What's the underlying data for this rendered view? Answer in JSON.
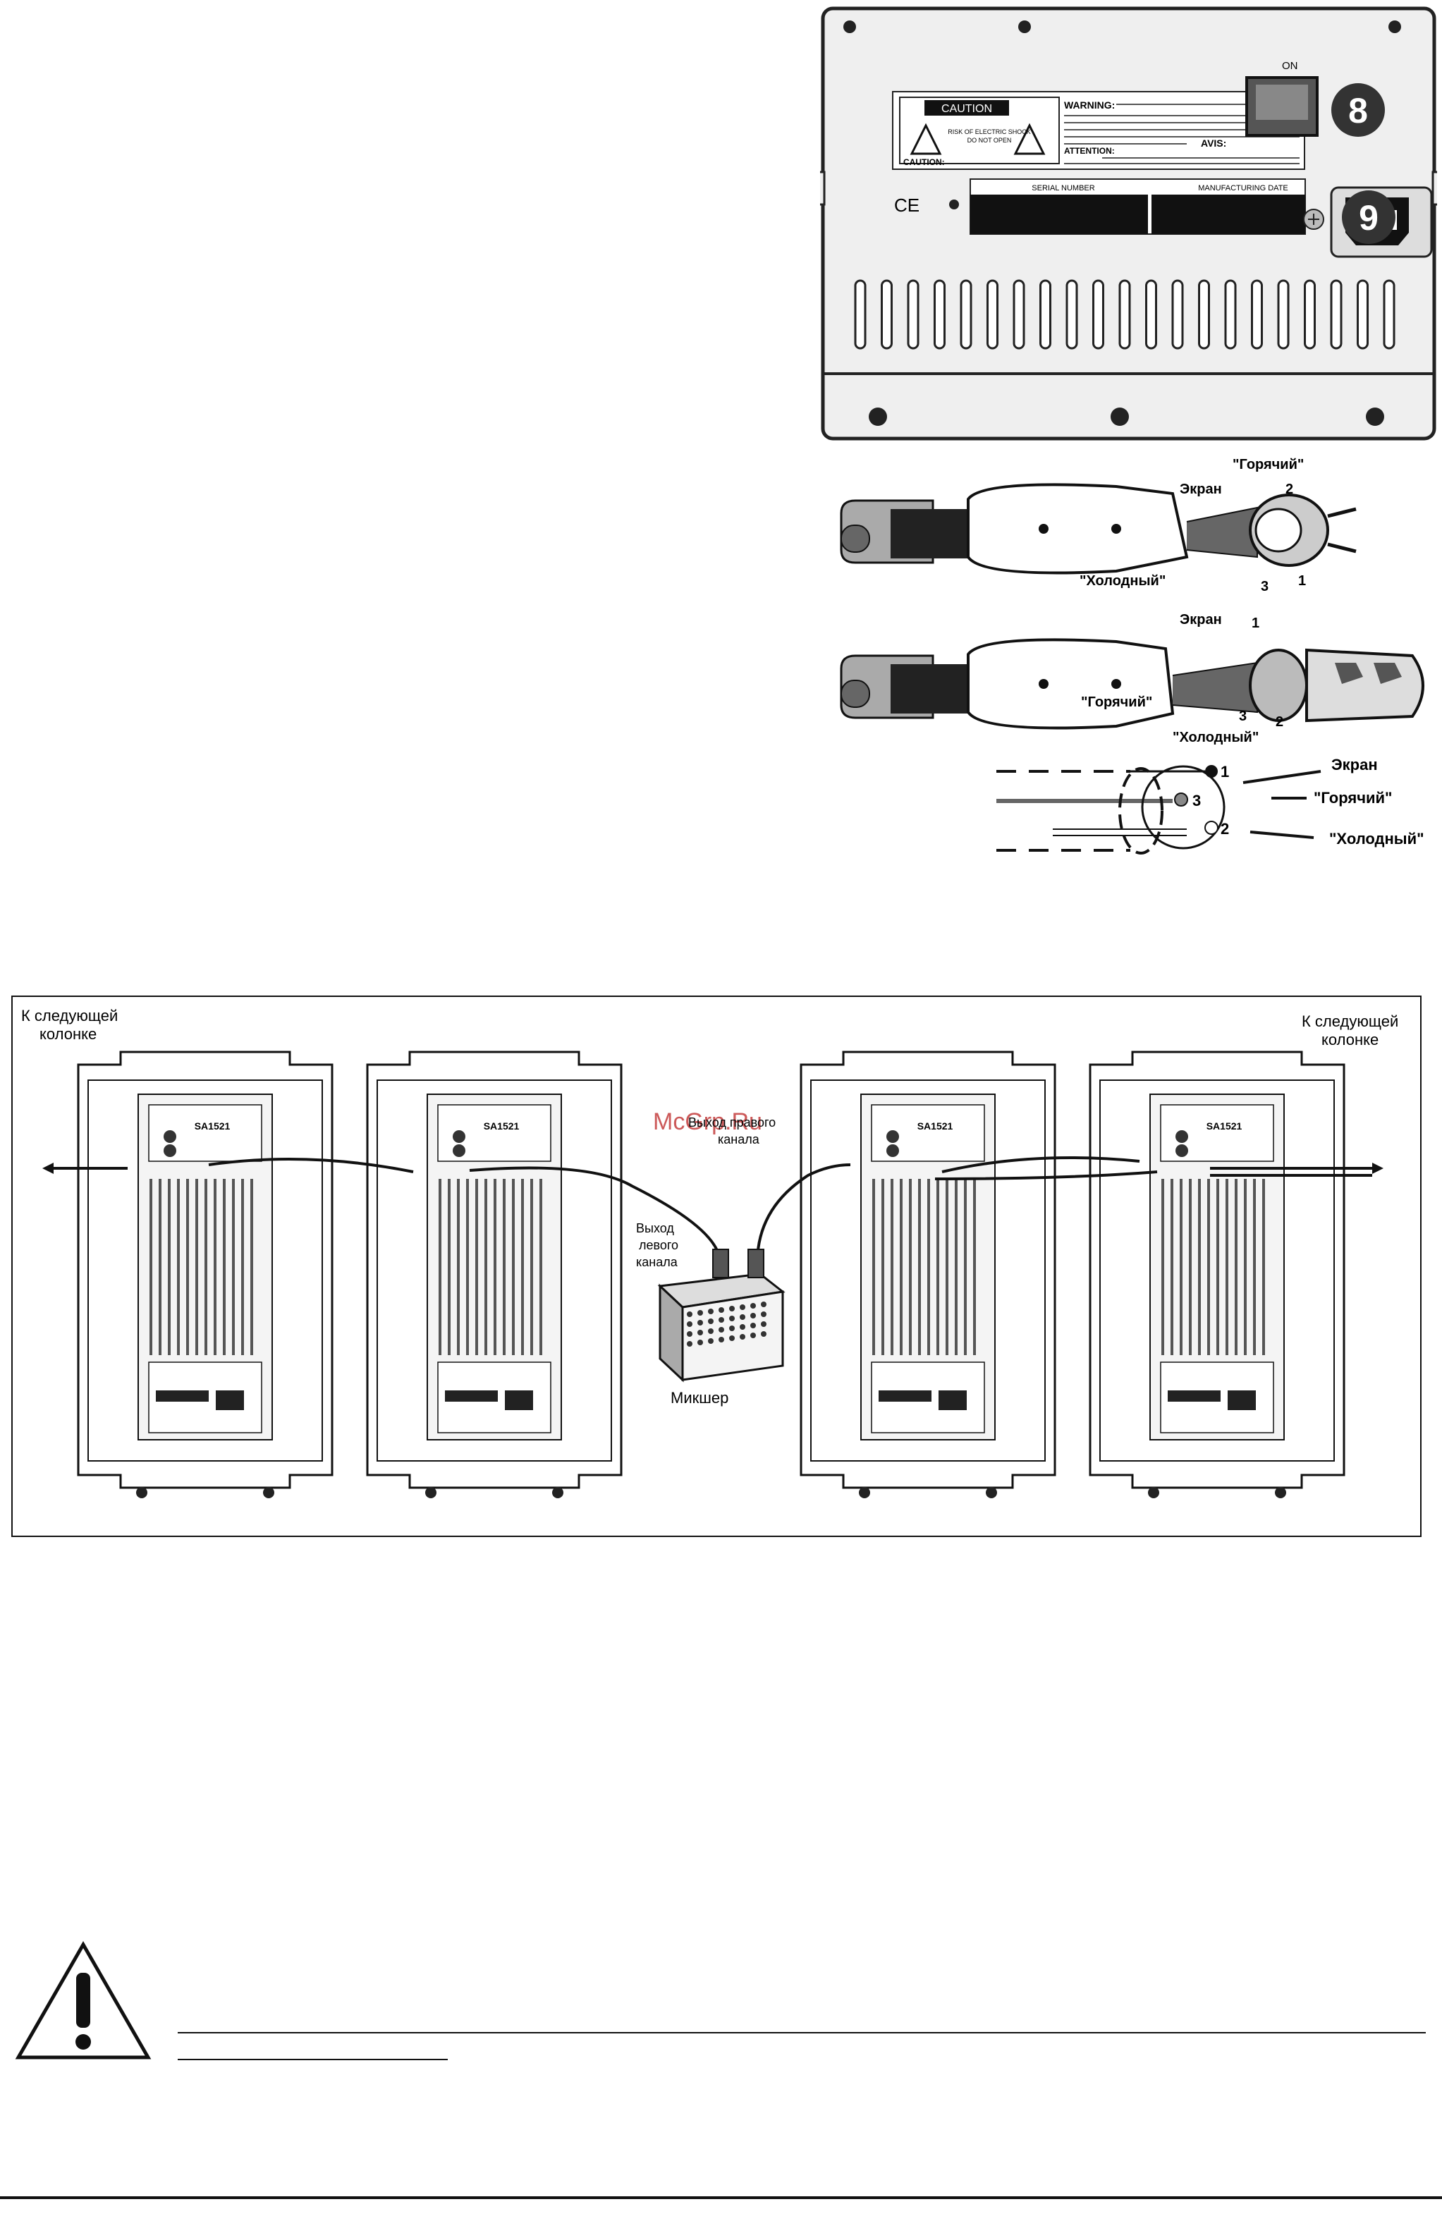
{
  "panel": {
    "caution_title": "CAUTION",
    "caution_text_1": "RISK OF ELECTRIC SHOCK",
    "caution_text_2": "DO NOT OPEN",
    "warning_label": "WARNING:",
    "avis_label": "AVIS:",
    "caution_label": "CAUTION:",
    "attention_label": "ATTENTION:",
    "switch_label": "ON",
    "serial_label": "SERIAL NUMBER",
    "date_label": "MANUFACTURING DATE",
    "ce_mark": "CE",
    "callout_switch": "8",
    "callout_power": "9"
  },
  "wiring": {
    "hot_1": "\"Горячий\"",
    "shield_1": "Экран",
    "pin2_1": "2",
    "pin3_1": "3",
    "pin1_1": "1",
    "cold_1": "\"Холодный\"",
    "shield_2": "Экран",
    "pin1_2": "1",
    "hot_2": "\"Горячий\"",
    "pin3_2": "3",
    "pin2_2": "2",
    "cold_2": "\"Холодный\"",
    "schem_pin1": "1",
    "schem_pin3": "3",
    "schem_pin2": "2",
    "schem_shield": "Экран",
    "schem_hot": "\"Горячий\"",
    "schem_cold": "\"Холодный\""
  },
  "connection": {
    "next_left": [
      "К следующей",
      "колонке"
    ],
    "next_right": [
      "К следующей",
      "колонке"
    ],
    "watermark": "McGrp.Ru",
    "right_out": [
      "Выход правого",
      "канала"
    ],
    "left_out": [
      "Выход",
      "левого",
      "канала"
    ],
    "mixer": "Микшер",
    "model": "SA1521"
  }
}
